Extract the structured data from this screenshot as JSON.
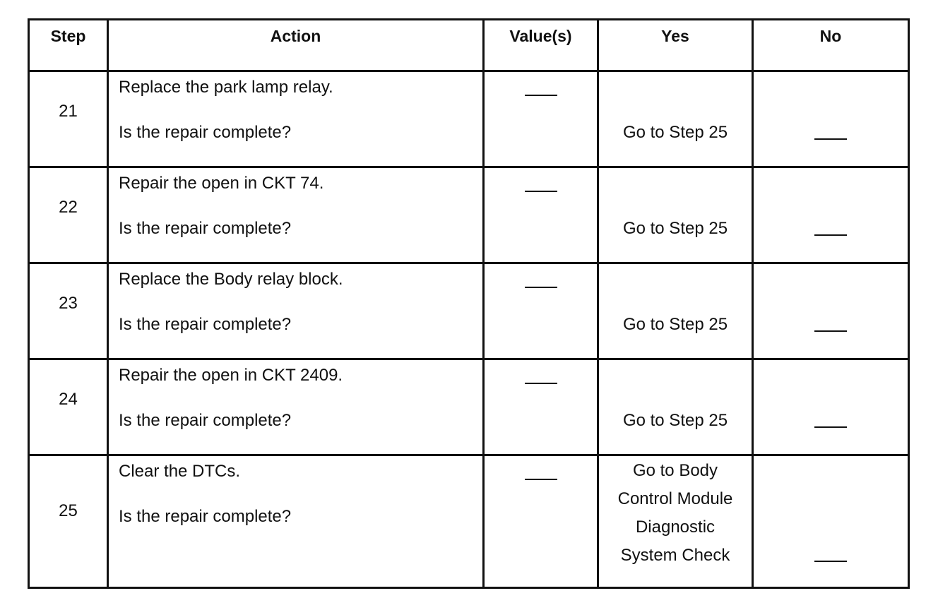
{
  "headers": {
    "step": "Step",
    "action": "Action",
    "values": "Value(s)",
    "yes": "Yes",
    "no": "No"
  },
  "rows": [
    {
      "step": "21",
      "action_line1": "Replace the park lamp relay.",
      "action_line2": "Is the repair complete?",
      "yes": "Go to Step 25"
    },
    {
      "step": "22",
      "action_line1": "Repair the open in CKT 74.",
      "action_line2": "Is the repair complete?",
      "yes": "Go to Step 25"
    },
    {
      "step": "23",
      "action_line1": "Replace the Body relay block.",
      "action_line2": "Is the repair complete?",
      "yes": "Go to Step 25"
    },
    {
      "step": "24",
      "action_line1": "Repair the open in CKT 2409.",
      "action_line2": "Is the repair complete?",
      "yes": "Go to Step 25"
    },
    {
      "step": "25",
      "action_line1": "Clear the DTCs.",
      "action_line2": "Is the repair complete?",
      "yes_lines": [
        "Go to Body",
        "Control Module",
        "Diagnostic",
        "System Check"
      ]
    }
  ]
}
